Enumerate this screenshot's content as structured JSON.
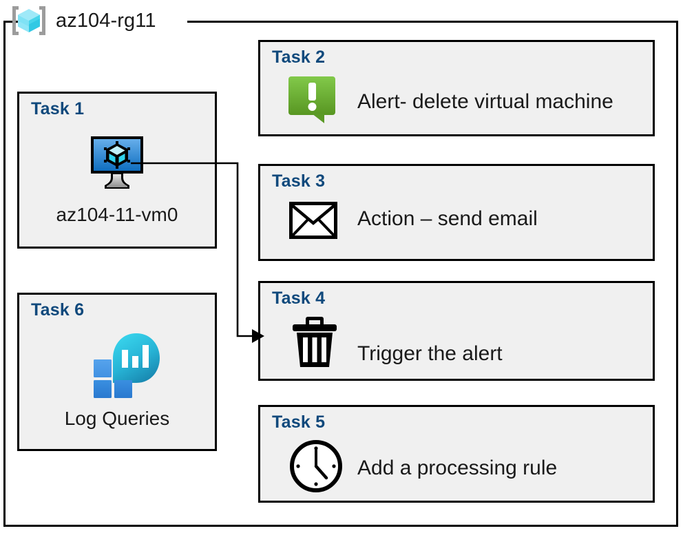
{
  "resource_group": {
    "name": "az104-rg11",
    "icon": "azure-resource-group-icon"
  },
  "cards": [
    {
      "id": "task1",
      "title": "Task 1",
      "label": "az104-11-vm0",
      "icon": "virtual-machine-icon",
      "layout": "icon-above-label"
    },
    {
      "id": "task2",
      "title": "Task 2",
      "label": "Alert- delete virtual machine",
      "icon": "alert-bubble-icon",
      "layout": "icon-left-label-right"
    },
    {
      "id": "task3",
      "title": "Task 3",
      "label": "Action – send email",
      "icon": "envelope-icon",
      "layout": "icon-left-label-right"
    },
    {
      "id": "task4",
      "title": "Task 4",
      "label": "Trigger the alert",
      "icon": "trash-can-icon",
      "layout": "icon-left-label-right"
    },
    {
      "id": "task5",
      "title": "Task 5",
      "label": "Add a processing rule",
      "icon": "clock-icon",
      "layout": "icon-left-label-right"
    },
    {
      "id": "task6",
      "title": "Task 6",
      "label": "Log Queries",
      "icon": "log-analytics-icon",
      "layout": "icon-above-label"
    }
  ],
  "connector": {
    "from": "task1-vm-icon",
    "to": "task4-card",
    "arrow": "arrowhead-right"
  },
  "colors": {
    "task_title": "#10497c",
    "card_fill": "#f0f0f0",
    "card_border": "#000000",
    "text": "#1a1a1a",
    "alert_green_top": "#7cc141",
    "alert_green_bottom": "#5b9a26",
    "vm_screen_top": "#5fa7e8",
    "vm_screen_bottom": "#1272c4",
    "log_tile_light": "#4d9ae8",
    "log_tile_dark": "#2f86dd",
    "log_circle_top": "#35d2ea",
    "log_circle_bottom": "#1b8cb3",
    "rg_cube_light": "#9fe9f8",
    "rg_cube_mid": "#4fd8ee",
    "rg_cube_dark": "#31c9e4",
    "rg_bracket": "#9c9c9c"
  }
}
